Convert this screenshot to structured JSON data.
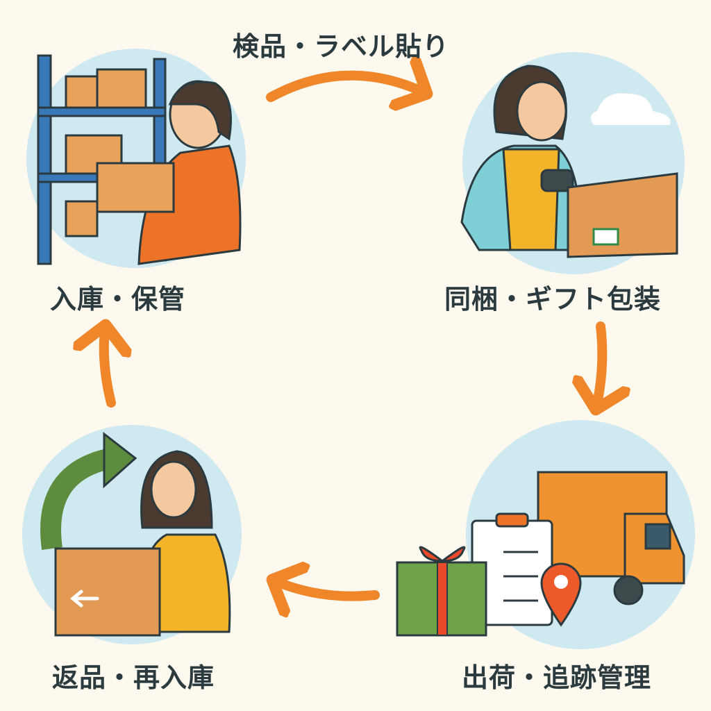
{
  "steps": [
    {
      "label": "入庫・保管"
    },
    {
      "label": "検品・ラベル貼り"
    },
    {
      "label": "同梱・ギフト包装"
    },
    {
      "label": "出荷・追跡管理"
    },
    {
      "label": "返品・再入庫"
    }
  ],
  "colors": {
    "background": "#fdf9ef",
    "arrow": "#f0862a",
    "circle": "#cfe9f1",
    "text": "#2b3a3e"
  }
}
